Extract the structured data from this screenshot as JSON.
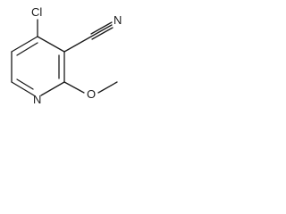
{
  "molecule": {
    "atoms": {
      "chlorine": "Cl",
      "nitrile_nitrogen": "N",
      "ring_nitrogen": "N",
      "methoxy_oxygen": "O"
    },
    "colors": {
      "line": "#1a1a1a",
      "background": "#ffffff"
    }
  }
}
